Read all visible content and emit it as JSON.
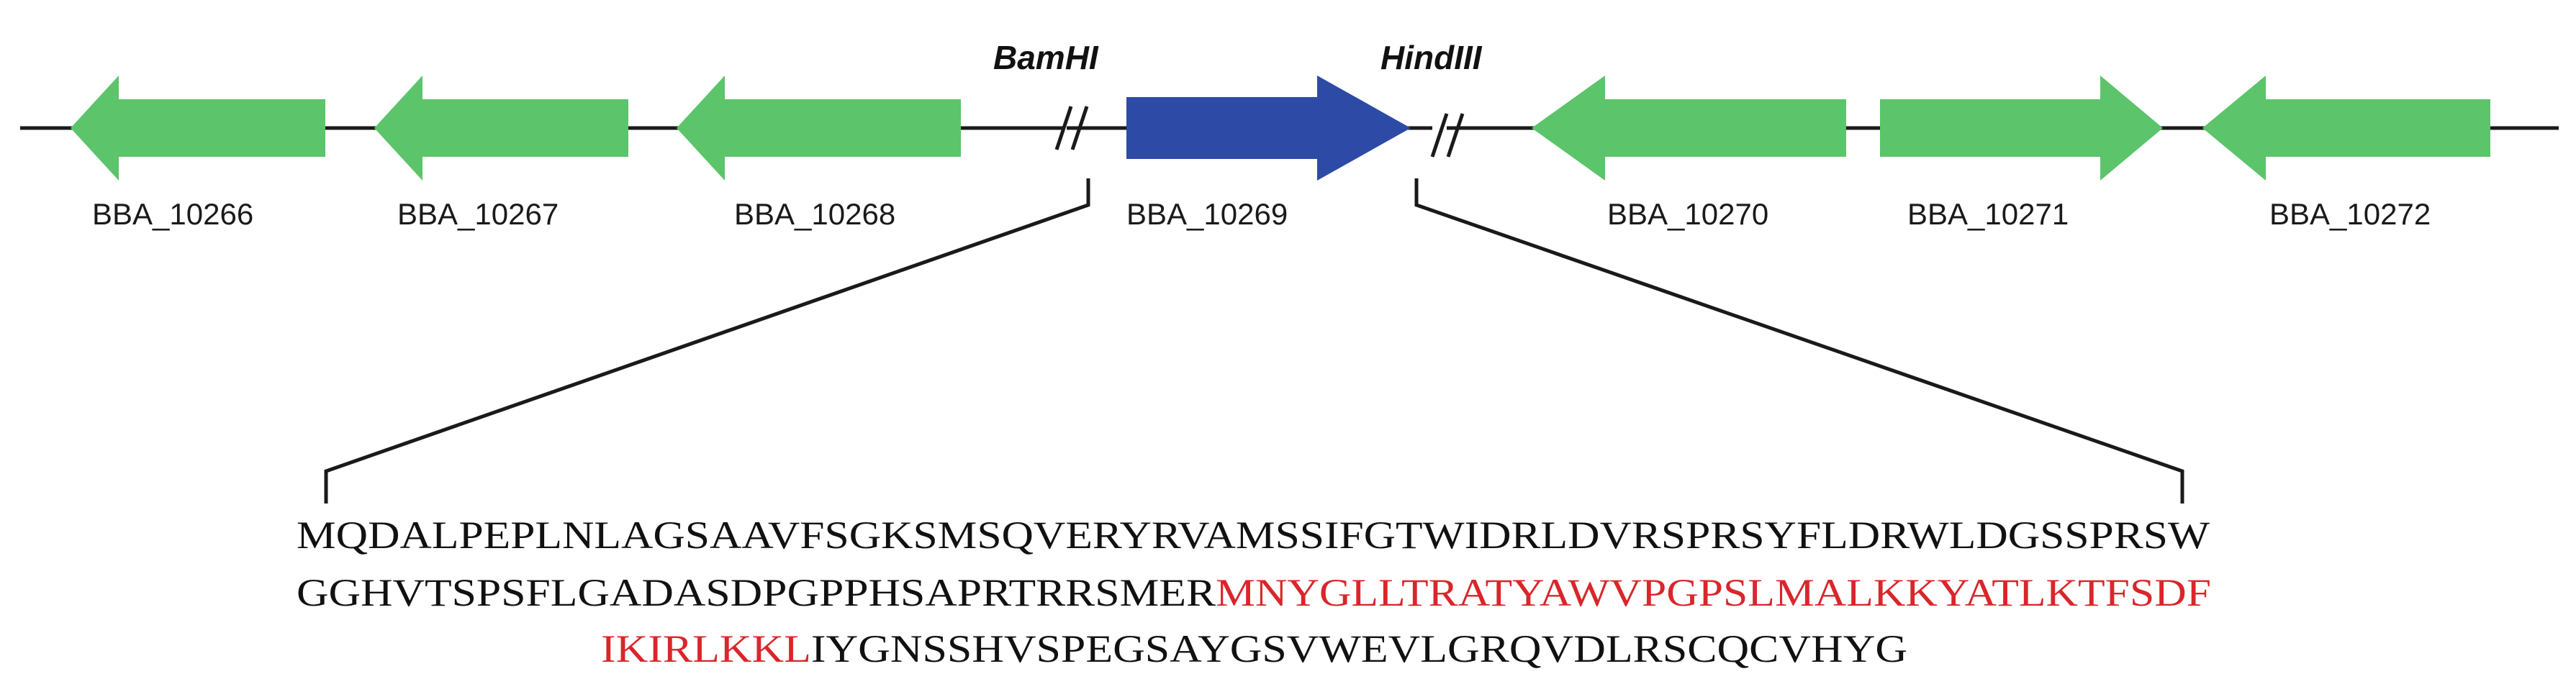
{
  "colors": {
    "flank_gene": "#5cc46a",
    "target_gene": "#2d4aa6",
    "highlight_text": "#d9262b",
    "line": "#1a1a1a"
  },
  "restriction_sites": {
    "left": "BamHI",
    "right": "HindIII"
  },
  "genes": [
    {
      "id": "BBA_10266",
      "direction": "left",
      "role": "flank"
    },
    {
      "id": "BBA_10267",
      "direction": "left",
      "role": "flank"
    },
    {
      "id": "BBA_10268",
      "direction": "left",
      "role": "flank"
    },
    {
      "id": "BBA_10269",
      "direction": "right",
      "role": "target"
    },
    {
      "id": "BBA_10270",
      "direction": "left",
      "role": "flank"
    },
    {
      "id": "BBA_10271",
      "direction": "right",
      "role": "flank"
    },
    {
      "id": "BBA_10272",
      "direction": "left",
      "role": "flank"
    }
  ],
  "sequence": {
    "line1": "MQDALPEPLNLAGSAAVFSGKSMSQVERYRVAMSSIFGTWIDRLDVRSPRSYFLDRWLDGSSPRSW",
    "line2_normal": "GGHVTSPSFLGADASDPGPPHSAPRTRRSMER",
    "line2_highlight": "MNYGLLTRATYAWVPGPSLMALKKYATLKTFSDF",
    "line3_highlight": "IKIRLKKL",
    "line3_normal": "IYGNSSHVSPEGSAYGSVWEVLGRQVDLRSCQCVHYG"
  }
}
